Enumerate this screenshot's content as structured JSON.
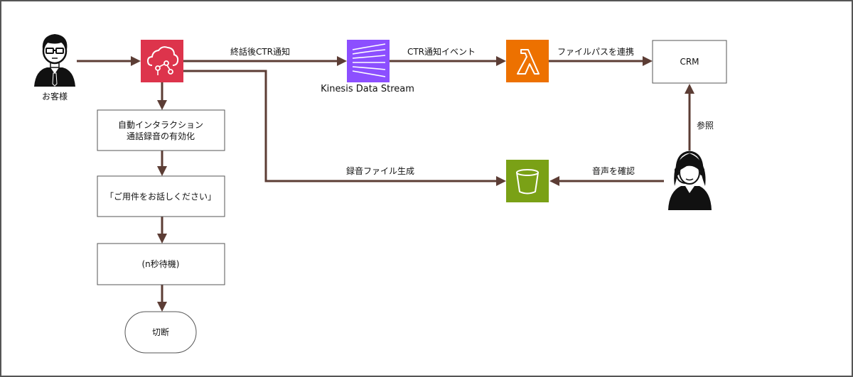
{
  "colors": {
    "arrow": "#5c3d35",
    "connect": "#dd344c",
    "kinesis": "#8c4fff",
    "lambda": "#ed7100",
    "s3": "#7aa116",
    "border": "#555555"
  },
  "actors": {
    "customer": {
      "label": "お客様",
      "icon": "businessman-icon"
    },
    "operator": {
      "icon": "headset-operator-icon"
    }
  },
  "services": {
    "connect": {
      "icon": "amazon-connect-icon"
    },
    "kinesis": {
      "label": "Kinesis Data Stream",
      "icon": "kinesis-data-streams-icon"
    },
    "lambda": {
      "icon": "lambda-icon"
    },
    "s3": {
      "icon": "s3-bucket-icon"
    }
  },
  "flow": {
    "step1_line1": "自動インタラクション",
    "step1_line2": "通話録音の有効化",
    "step2": "「ご用件をお話しください」",
    "step3": "(n秒待機)",
    "step4": "切断"
  },
  "crm": {
    "label": "CRM"
  },
  "edges": {
    "connect_to_kinesis": "終話後CTR通知",
    "kinesis_to_lambda": "CTR通知イベント",
    "lambda_to_crm": "ファイルパスを連携",
    "connect_to_s3": "録音ファイル生成",
    "operator_to_s3": "音声を確認",
    "operator_to_crm": "参照"
  }
}
